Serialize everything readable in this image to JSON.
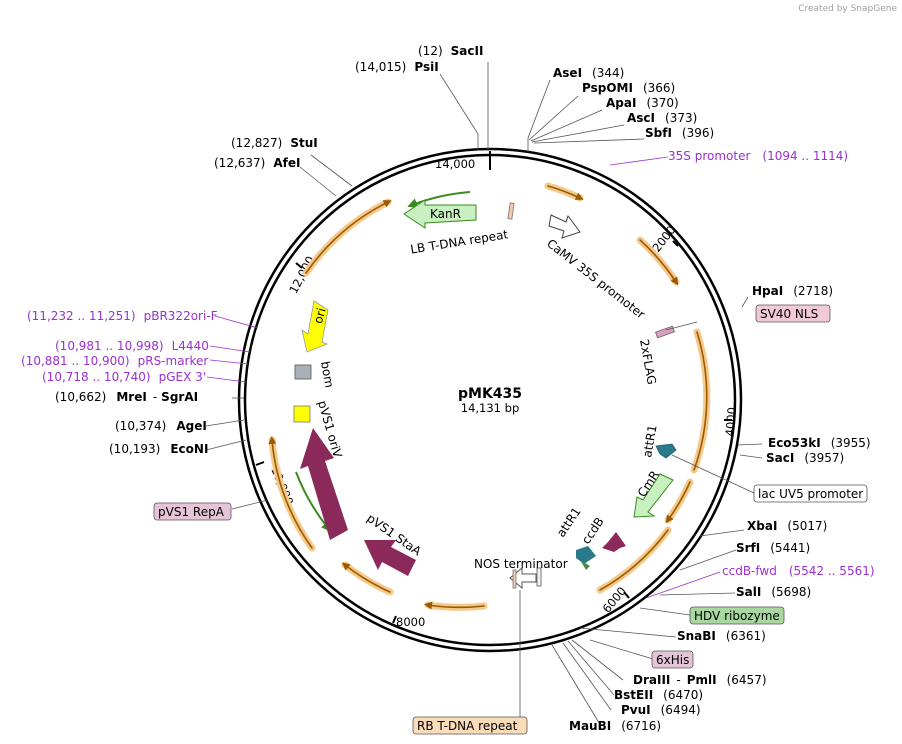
{
  "branding": "Created by SnapGene",
  "plasmid": {
    "name": "pMK435",
    "size": "14,131 bp"
  },
  "ticks": [
    "14,000",
    "2000",
    "4000",
    "6000",
    "8000",
    "10,000",
    "12,000"
  ],
  "sites": {
    "sacii": [
      "(12)",
      "SacII"
    ],
    "psti": [
      "(14,015)",
      "PsiI"
    ],
    "asei": [
      "AseI",
      "(344)"
    ],
    "pspomi": [
      "PspOMI",
      "(366)"
    ],
    "apai": [
      "ApaI",
      "(370)"
    ],
    "asci": [
      "AscI",
      "(373)"
    ],
    "sbfi": [
      "SbfI",
      "(396)"
    ],
    "hpai": [
      "HpaI",
      "(2718)"
    ],
    "eco53ki": [
      "Eco53kI",
      "(3955)"
    ],
    "saci": [
      "SacI",
      "(3957)"
    ],
    "xbai": [
      "XbaI",
      "(5017)"
    ],
    "srfi": [
      "SrfI",
      "(5441)"
    ],
    "sali": [
      "SalI",
      "(5698)"
    ],
    "snabi": [
      "SnaBI",
      "(6361)"
    ],
    "draiii": [
      "DraIII",
      "-",
      "PmlI",
      "(6457)"
    ],
    "bsteii": [
      "BstEII",
      "(6470)"
    ],
    "pvui": [
      "PvuI",
      "(6494)"
    ],
    "maubi": [
      "MauBI",
      "(6716)"
    ],
    "stui": [
      "(12,827)",
      "StuI"
    ],
    "afei": [
      "(12,637)",
      "AfeI"
    ],
    "mrei": [
      "(10,662)",
      "MreI",
      "-",
      "SgrAI"
    ],
    "agei": [
      "(10,374)",
      "AgeI"
    ],
    "ecoNI": [
      "(10,193)",
      "EcoNI"
    ]
  },
  "primers": {
    "p35s": [
      "35S promoter",
      "(1094 .. 1114)"
    ],
    "pbr": [
      "(11,232 .. 11,251)",
      "pBR322ori-F"
    ],
    "l4440": [
      "(10,981 .. 10,998)",
      "L4440"
    ],
    "prs": [
      "(10,881 .. 10,900)",
      "pRS-marker"
    ],
    "pgex": [
      "(10,718 .. 10,740)",
      "pGEX 3'"
    ],
    "ccdbfwd": [
      "ccdB-fwd",
      "(5542 .. 5561)"
    ]
  },
  "boxed": {
    "sv40": "SV40 NLS",
    "lacuv5": "lac UV5 promoter",
    "hdv": "HDV ribozyme",
    "his": "6xHis",
    "rb": "RB T-DNA repeat",
    "repa": "pVS1 RepA"
  },
  "features": {
    "kanr": "KanR",
    "lb": "LB T-DNA repeat",
    "camv": "CaMV 35S promoter",
    "flag": "2xFLAG",
    "attr1a": "attR1",
    "cmr": "CmR",
    "attr1b": "attR1",
    "ccdb": "ccdB",
    "nos": "NOS terminator",
    "stab": "pVS1 StaA",
    "oriv": "pVS1 oriV",
    "bom": "bom",
    "ori": "ori"
  },
  "colors": {
    "backbone": "#000000",
    "orf": "#f5c98a",
    "orf_arrow": "#9a5a00",
    "kanr_fill": "#c8f0c0",
    "pvs1_fill": "#8b2a5a",
    "ori_fill": "#ffff00",
    "primer": "#9b30d0",
    "attr": "#2a7a8c"
  }
}
